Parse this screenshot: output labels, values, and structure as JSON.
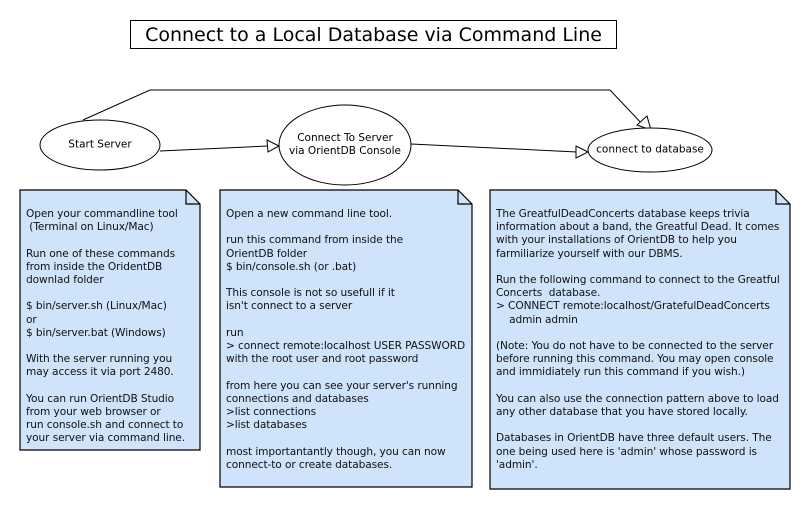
{
  "title": "Connect to a Local Database via Command Line",
  "nodes": [
    {
      "label": "Start Server"
    },
    {
      "label": "Connect To Server\nvia OrientDB Console"
    },
    {
      "label": "connect to database"
    }
  ],
  "notes": [
    {
      "text": "Open your commandline tool\n (Terminal on Linux/Mac)\n\nRun one of these commands\nfrom inside the OridentDB\ndownlad folder\n\n$ bin/server.sh (Linux/Mac)\nor\n$ bin/server.bat (Windows)\n\nWith the server running you\nmay access it via port 2480.\n\nYou can run OrientDB Studio\nfrom your web browser or\nrun console.sh and connect to\nyour server via command line."
    },
    {
      "text": "Open a new command line tool.\n\nrun this command from inside the\nOrientDB folder\n$ bin/console.sh (or .bat)\n\nThis console is not so usefull if it\nisn't connect to a server\n\nrun\n> connect remote:localhost USER PASSWORD\nwith the root user and root password\n\nfrom here you can see your server's running\nconnections and databases\n>list connections\n>list databases\n\nmost importantantly though, you can now\nconnect-to or create databases."
    },
    {
      "text": "The GreatfulDeadConcerts database keeps trivia\ninformation about a band, the Greatful Dead. It comes\nwith your installations of OrientDB to help you\nfarmiliarize yourself with our DBMS.\n\nRun the following command to connect to the Greatful\nConcerts  database.\n> CONNECT remote:localhost/GratefulDeadConcerts\n    admin admin\n\n(Note: You do not have to be connected to the server\nbefore running this command. You may open console\nand immidiately run this command if you wish.)\n\nYou can also use the connection pattern above to load\nany other database that you have stored locally.\n\nDatabases in OrientDB have three default users. The\none being used here is 'admin' whose password is\n'admin'."
    }
  ],
  "colors": {
    "note_fill": "#cfe3fb",
    "stroke": "#000000"
  }
}
